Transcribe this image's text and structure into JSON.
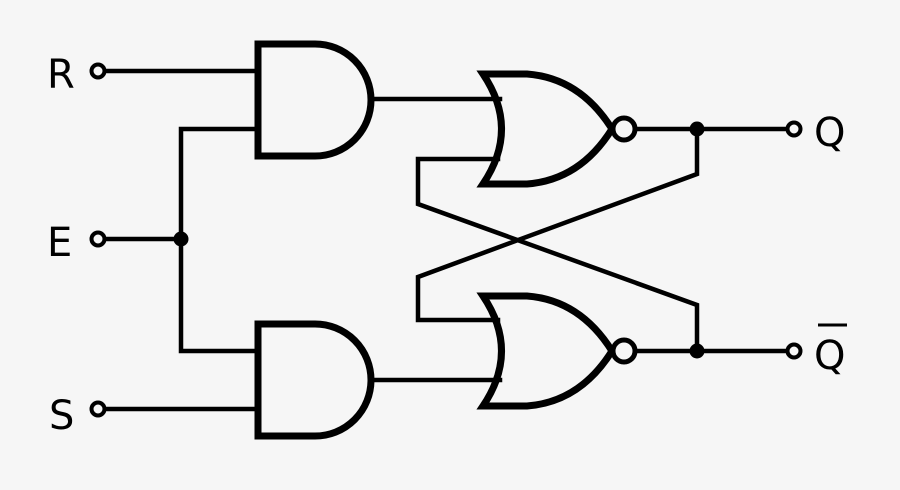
{
  "colors": {
    "background": "#f6f6f6",
    "ink": "#000000"
  },
  "labels": {
    "r": "R",
    "e": "E",
    "s": "S",
    "q": "Q",
    "q_bar": "Q"
  },
  "q_bar_overline": true,
  "components": [
    {
      "kind": "and-gate",
      "inputs": [
        "R",
        "E"
      ]
    },
    {
      "kind": "and-gate",
      "inputs": [
        "E",
        "S"
      ]
    },
    {
      "kind": "nor-gate",
      "output": "Q"
    },
    {
      "kind": "nor-gate",
      "output": "Q"
    }
  ]
}
